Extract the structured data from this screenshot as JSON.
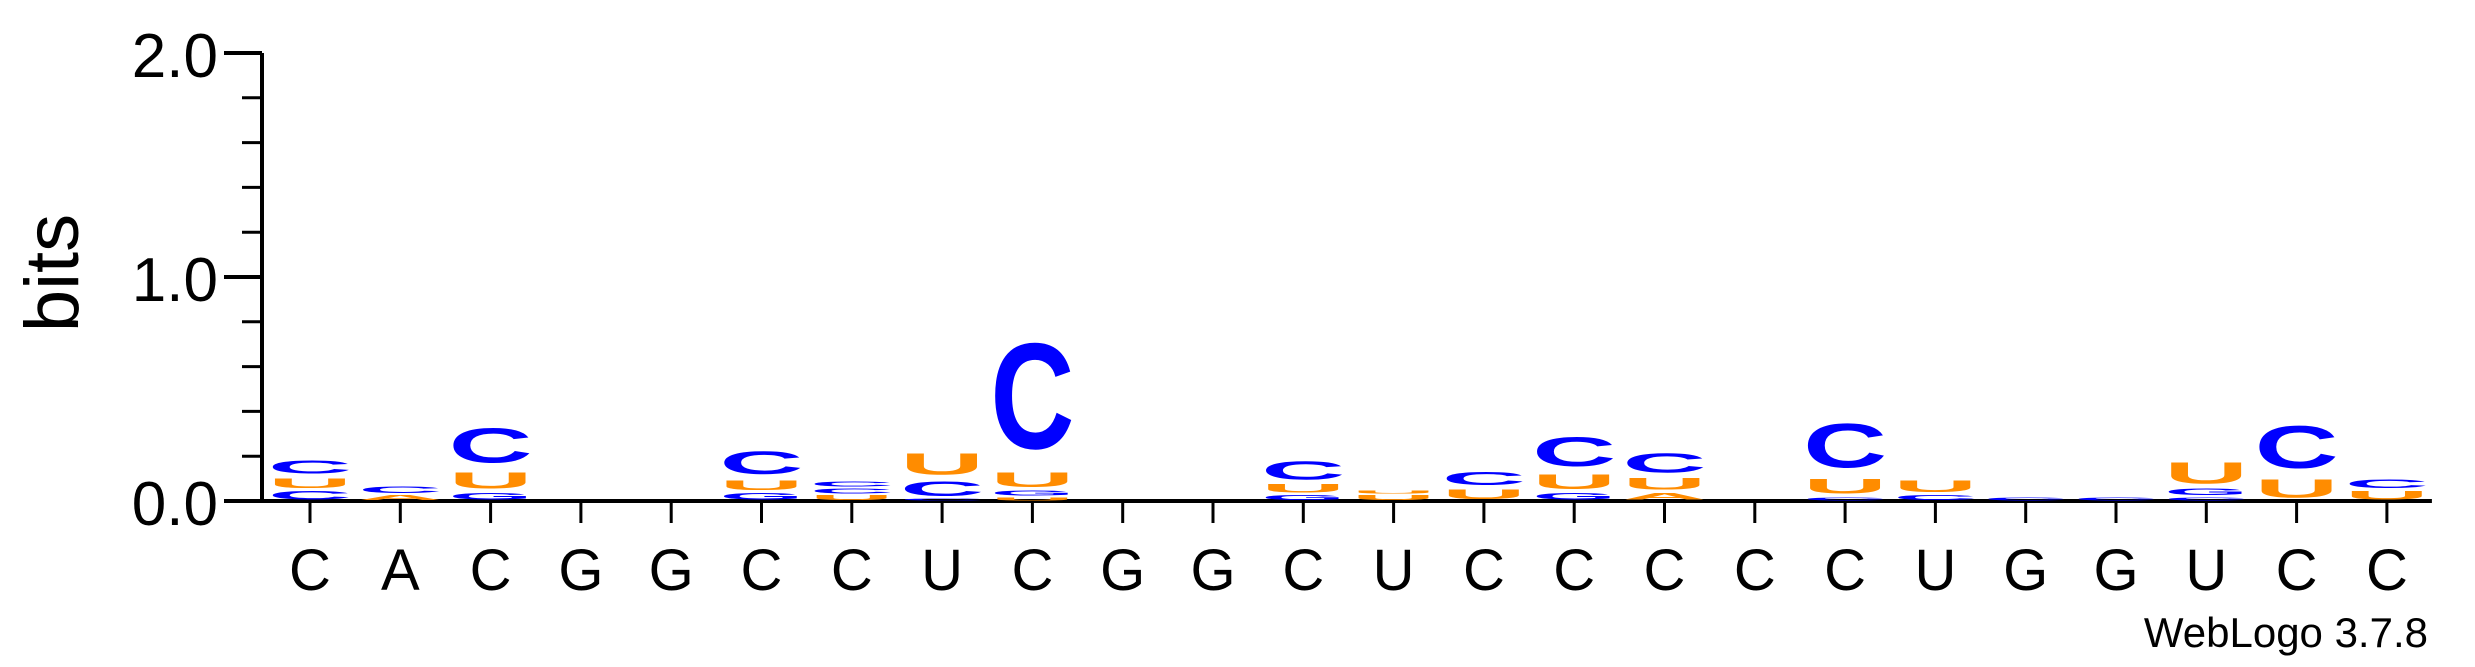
{
  "chart_data": {
    "type": "sequence-logo",
    "ylabel": "bits",
    "ylim": [
      0,
      2.0
    ],
    "yticks": [
      {
        "value": 0.0,
        "label": "0.0"
      },
      {
        "value": 1.0,
        "label": "1.0"
      },
      {
        "value": 2.0,
        "label": "2.0"
      }
    ],
    "positions": [
      "C",
      "A",
      "C",
      "G",
      "G",
      "C",
      "C",
      "U",
      "C",
      "G",
      "G",
      "C",
      "U",
      "C",
      "C",
      "C",
      "C",
      "C",
      "U",
      "G",
      "G",
      "U",
      "C",
      "C"
    ],
    "colors": {
      "C": "#0000ff",
      "U": "#ff8c00",
      "A": "#ff8c00",
      "G": "#0000ff"
    },
    "stacks": [
      [
        {
          "l": "C",
          "h": 0.05
        },
        {
          "l": "U",
          "h": 0.06
        },
        {
          "l": "C",
          "h": 0.08
        }
      ],
      [
        {
          "l": "A",
          "h": 0.03
        },
        {
          "l": "C",
          "h": 0.04
        }
      ],
      [
        {
          "l": "G",
          "h": 0.04
        },
        {
          "l": "U",
          "h": 0.1
        },
        {
          "l": "C",
          "h": 0.21
        }
      ],
      [],
      [],
      [
        {
          "l": "G",
          "h": 0.04
        },
        {
          "l": "U",
          "h": 0.06
        },
        {
          "l": "C",
          "h": 0.14
        }
      ],
      [
        {
          "l": "U",
          "h": 0.03
        },
        {
          "l": "C",
          "h": 0.03
        },
        {
          "l": "C",
          "h": 0.03
        }
      ],
      [
        {
          "l": "C",
          "h": 0.01
        },
        {
          "l": "C",
          "h": 0.09
        },
        {
          "l": "U",
          "h": 0.13
        }
      ],
      [
        {
          "l": "U",
          "h": 0.02
        },
        {
          "l": "G",
          "h": 0.03
        },
        {
          "l": "U",
          "h": 0.09
        },
        {
          "l": "C",
          "h": 0.65
        }
      ],
      [],
      [],
      [
        {
          "l": "G",
          "h": 0.03
        },
        {
          "l": "U",
          "h": 0.05
        },
        {
          "l": "C",
          "h": 0.11
        }
      ],
      [
        {
          "l": "U",
          "h": 0.03
        },
        {
          "l": "U",
          "h": 0.02
        }
      ],
      [
        {
          "l": "U",
          "h": 0.06
        },
        {
          "l": "C",
          "h": 0.08
        }
      ],
      [
        {
          "l": "G",
          "h": 0.04
        },
        {
          "l": "U",
          "h": 0.09
        },
        {
          "l": "C",
          "h": 0.18
        }
      ],
      [
        {
          "l": "A",
          "h": 0.04
        },
        {
          "l": "U",
          "h": 0.07
        },
        {
          "l": "C",
          "h": 0.12
        }
      ],
      [],
      [
        {
          "l": "C",
          "h": 0.02
        },
        {
          "l": "U",
          "h": 0.09
        },
        {
          "l": "C",
          "h": 0.27
        }
      ],
      [
        {
          "l": "C",
          "h": 0.03
        },
        {
          "l": "U",
          "h": 0.07
        }
      ],
      [
        {
          "l": "C",
          "h": 0.02
        }
      ],
      [
        {
          "l": "C",
          "h": 0.02
        }
      ],
      [
        {
          "l": "C",
          "h": 0.02
        },
        {
          "l": "G",
          "h": 0.04
        },
        {
          "l": "U",
          "h": 0.13
        }
      ],
      [
        {
          "l": "U",
          "h": 0.11
        },
        {
          "l": "C",
          "h": 0.26
        }
      ],
      [
        {
          "l": "U",
          "h": 0.05
        },
        {
          "l": "C",
          "h": 0.05
        }
      ]
    ]
  },
  "credit": "WebLogo 3.7.8"
}
